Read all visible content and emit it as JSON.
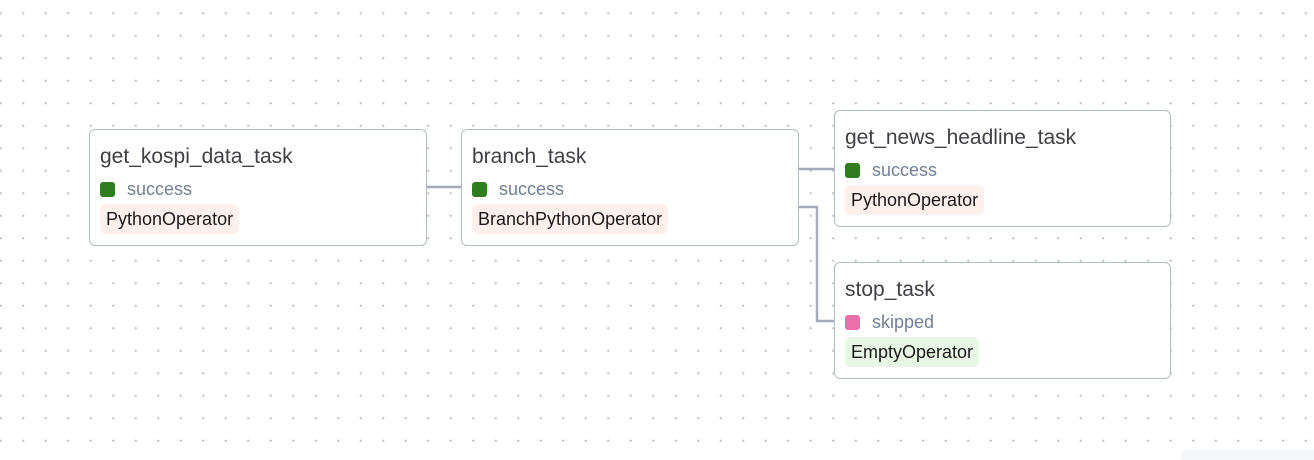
{
  "graph": {
    "nodes": [
      {
        "id": "get_kospi_data_task",
        "title": "get_kospi_data_task",
        "state": "success",
        "state_color": "#2f7d1f",
        "operator": "PythonOperator",
        "operator_bg": "#fff0ec"
      },
      {
        "id": "branch_task",
        "title": "branch_task",
        "state": "success",
        "state_color": "#2f7d1f",
        "operator": "BranchPythonOperator",
        "operator_bg": "#fff0ec"
      },
      {
        "id": "get_news_headline_task",
        "title": "get_news_headline_task",
        "state": "success",
        "state_color": "#2f7d1f",
        "operator": "PythonOperator",
        "operator_bg": "#fff0ec"
      },
      {
        "id": "stop_task",
        "title": "stop_task",
        "state": "skipped",
        "state_color": "#ec6fab",
        "operator": "EmptyOperator",
        "operator_bg": "#e9f8e4"
      }
    ],
    "edges": [
      {
        "from": "get_kospi_data_task",
        "to": "branch_task"
      },
      {
        "from": "branch_task",
        "to": "get_news_headline_task"
      },
      {
        "from": "branch_task",
        "to": "stop_task"
      }
    ]
  }
}
